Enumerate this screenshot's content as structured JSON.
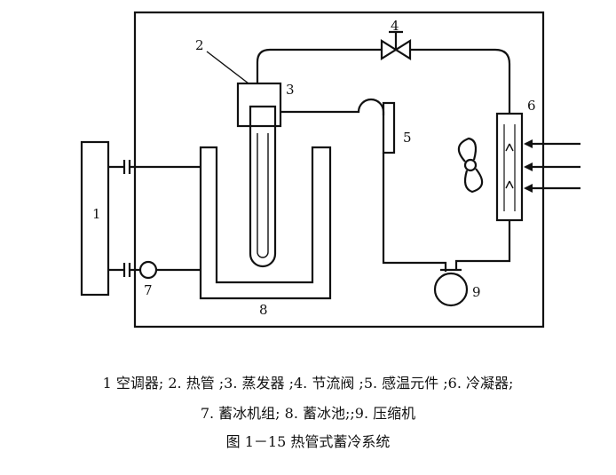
{
  "diagram": {
    "labels": {
      "n1": "1",
      "n2": "2",
      "n3": "3",
      "n4": "4",
      "n5": "5",
      "n6": "6",
      "n7": "7",
      "n8": "8",
      "n9": "9"
    }
  },
  "legend": {
    "line1": "1 空调器; 2. 热管 ;3. 蒸发器 ;4. 节流阀 ;5. 感温元件 ;6. 冷凝器;",
    "line2": "7. 蓄冰机组; 8. 蓄冰池;;9. 压缩机"
  },
  "figure_caption": "图 1－15 热管式蓄冷系统"
}
